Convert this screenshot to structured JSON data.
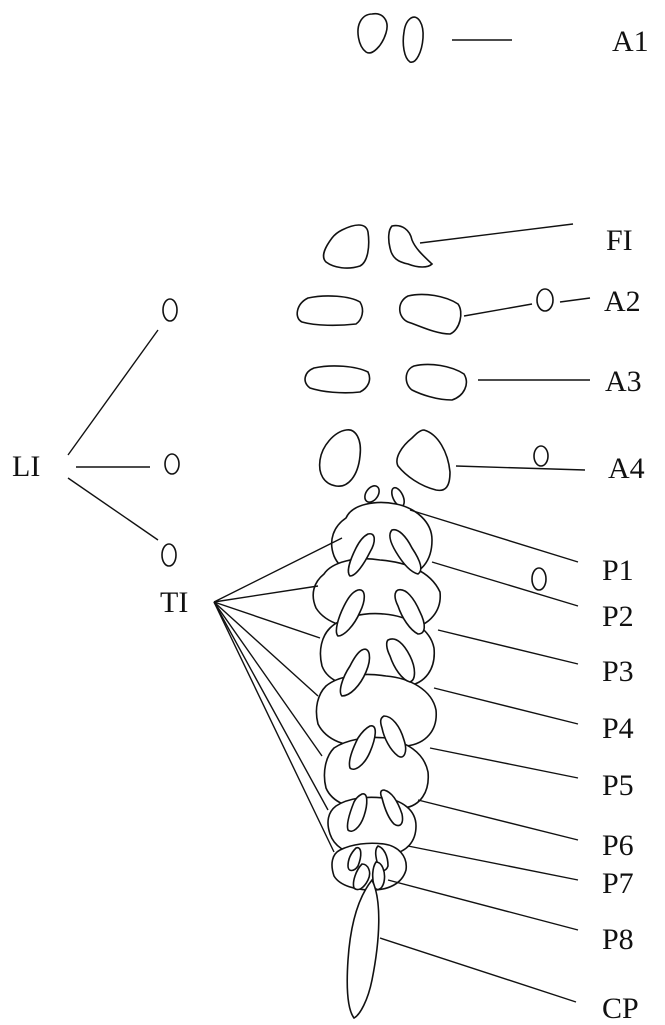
{
  "labels": {
    "A1": "A1",
    "FI": "FI",
    "A2": "A2",
    "A3": "A3",
    "A4": "A4",
    "LI": "LI",
    "TI": "TI",
    "P1": "P1",
    "P2": "P2",
    "P3": "P3",
    "P4": "P4",
    "P5": "P5",
    "P6": "P6",
    "P7": "P7",
    "P8": "P8",
    "CP": "CP"
  },
  "colors": {
    "stroke": "#111111",
    "background": "#ffffff"
  }
}
